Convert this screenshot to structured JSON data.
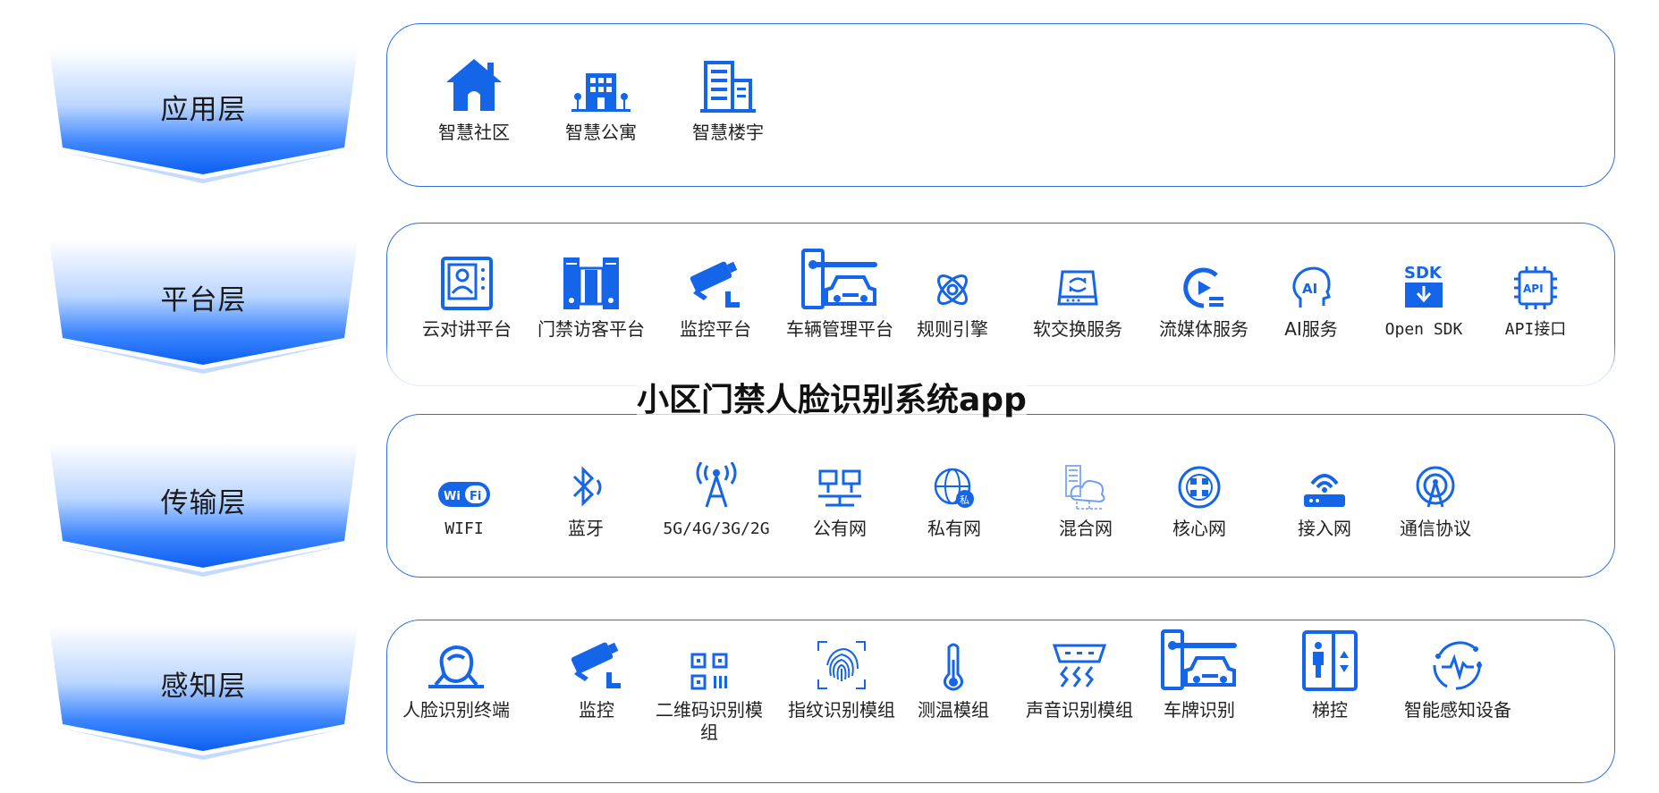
{
  "colors": {
    "accent": "#1565e8",
    "border": "#2f6fe6",
    "text": "#222222"
  },
  "watermark": "小区门禁人脸识别系统app",
  "layers": [
    {
      "label": "应用层",
      "items": [
        {
          "icon": "house-icon",
          "label": "智慧社区"
        },
        {
          "icon": "apartment-icon",
          "label": "智慧公寓"
        },
        {
          "icon": "building-icon",
          "label": "智慧楼宇"
        }
      ]
    },
    {
      "label": "平台层",
      "items": [
        {
          "icon": "intercom-icon",
          "label": "云对讲平台"
        },
        {
          "icon": "turnstile-icon",
          "label": "门禁访客平台"
        },
        {
          "icon": "cctv-camera-icon",
          "label": "监控平台"
        },
        {
          "icon": "barrier-car-icon",
          "label": "车辆管理平台"
        },
        {
          "icon": "rules-engine-icon",
          "label": "规则引擎"
        },
        {
          "icon": "exchange-drive-icon",
          "label": "软交换服务"
        },
        {
          "icon": "streaming-icon",
          "label": "流媒体服务"
        },
        {
          "icon": "ai-head-icon",
          "label": "AI服务"
        },
        {
          "icon": "sdk-icon",
          "label": "Open SDK"
        },
        {
          "icon": "api-chip-icon",
          "label": "API接口"
        }
      ]
    },
    {
      "label": "传输层",
      "items": [
        {
          "icon": "wifi-icon",
          "label": "WIFI"
        },
        {
          "icon": "bluetooth-icon",
          "label": "蓝牙"
        },
        {
          "icon": "antenna-icon",
          "label": "5G/4G/3G/2G"
        },
        {
          "icon": "public-network-icon",
          "label": "公有网"
        },
        {
          "icon": "private-network-icon",
          "label": "私有网"
        },
        {
          "icon": "hybrid-cloud-icon",
          "label": "混合网"
        },
        {
          "icon": "core-network-icon",
          "label": "核心网"
        },
        {
          "icon": "router-icon",
          "label": "接入网"
        },
        {
          "icon": "protocol-icon",
          "label": "通信协议"
        }
      ]
    },
    {
      "label": "感知层",
      "items": [
        {
          "icon": "face-terminal-icon",
          "label": "人脸识别终端"
        },
        {
          "icon": "cctv-camera-icon",
          "label": "监控"
        },
        {
          "icon": "qr-code-icon",
          "label": "二维码识别模组"
        },
        {
          "icon": "fingerprint-icon",
          "label": "指纹识别模组"
        },
        {
          "icon": "thermometer-icon",
          "label": "测温模组"
        },
        {
          "icon": "sound-sensor-icon",
          "label": "声音识别模组"
        },
        {
          "icon": "plate-car-icon",
          "label": "车牌识别"
        },
        {
          "icon": "elevator-icon",
          "label": "梯控"
        },
        {
          "icon": "smart-sensor-icon",
          "label": "智能感知设备"
        }
      ]
    }
  ]
}
